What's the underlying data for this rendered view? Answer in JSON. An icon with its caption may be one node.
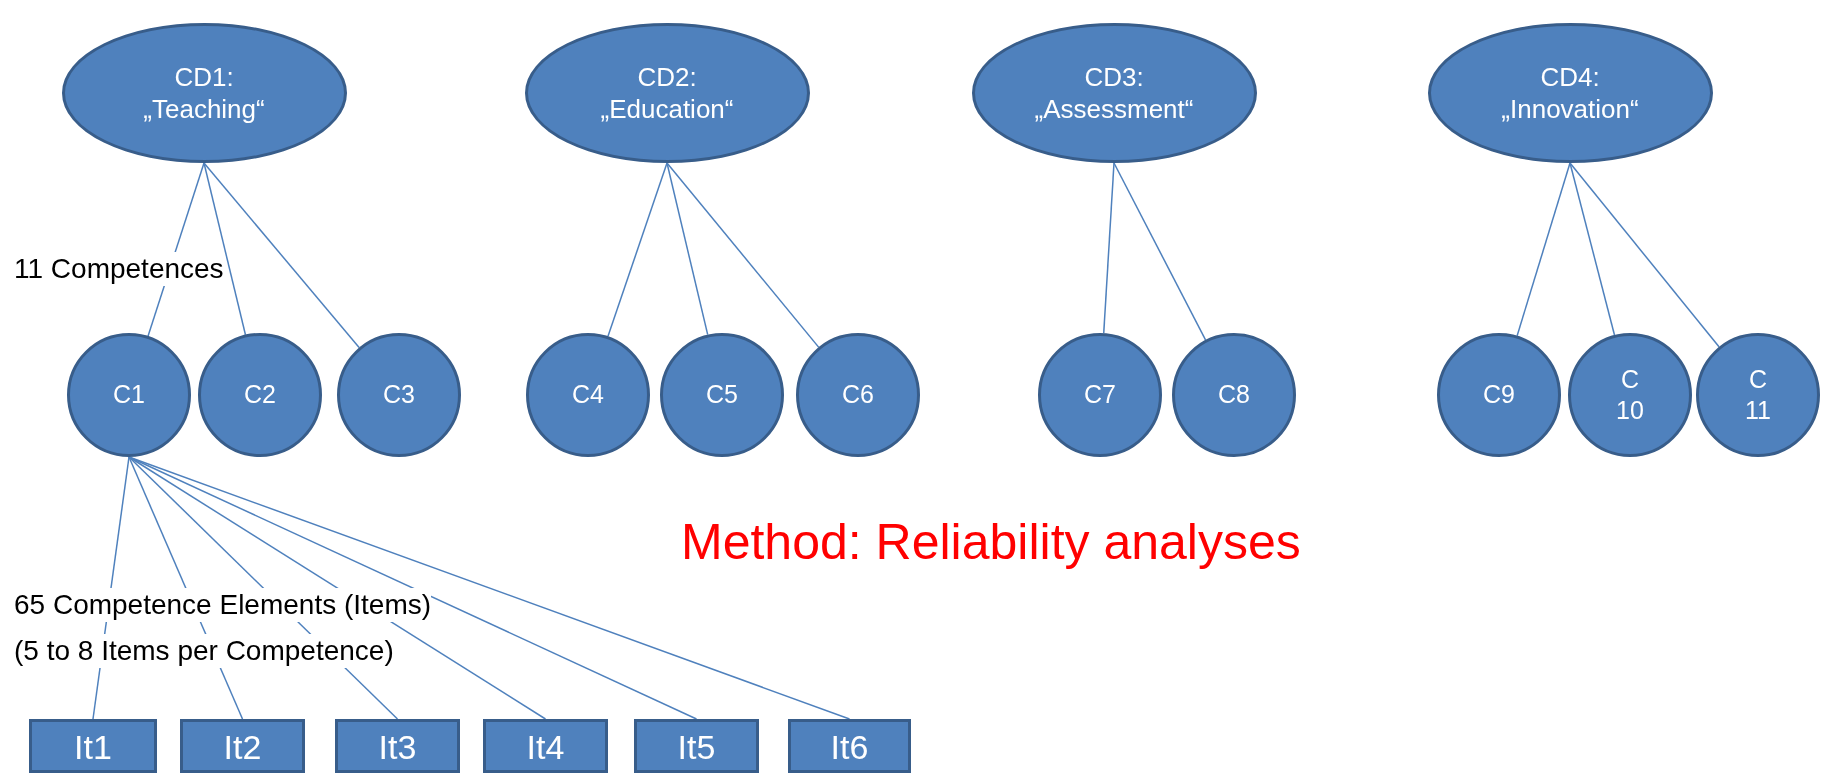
{
  "diagram": {
    "nodes": [
      {
        "text": [
          "CD1: „Teaching“"
        ]
      },
      {
        "text": [
          "CD2: „Education“"
        ]
      },
      {
        "text": [
          "CD3: „Assessment“"
        ]
      },
      {
        "text": [
          "CD4: „Innovation“"
        ]
      },
      {
        "text": [
          "C1"
        ]
      },
      {
        "text": [
          "C2"
        ]
      },
      {
        "text": [
          "C3"
        ]
      },
      {
        "text": [
          "C4"
        ]
      },
      {
        "text": [
          "C5"
        ]
      },
      {
        "text": [
          "C6"
        ]
      },
      {
        "text": [
          "C7"
        ]
      },
      {
        "text": [
          "C8"
        ]
      },
      {
        "text": [
          "C9"
        ]
      },
      {
        "text": [
          "C 10"
        ]
      },
      {
        "text": [
          "C 11"
        ]
      },
      {
        "text": [
          "It1"
        ]
      },
      {
        "text": [
          "It2"
        ]
      },
      {
        "text": [
          "It3"
        ]
      },
      {
        "text": [
          "It4"
        ]
      },
      {
        "text": [
          "It5"
        ]
      },
      {
        "text": [
          "It6"
        ]
      }
    ],
    "edges": [
      {
        "from": 0,
        "to": 4,
        "arrow": "none"
      },
      {
        "from": 0,
        "to": 5,
        "arrow": "none"
      },
      {
        "from": 0,
        "to": 6,
        "arrow": "none"
      },
      {
        "from": 1,
        "to": 7,
        "arrow": "none"
      },
      {
        "from": 1,
        "to": 8,
        "arrow": "none"
      },
      {
        "from": 1,
        "to": 9,
        "arrow": "none"
      },
      {
        "from": 2,
        "to": 10,
        "arrow": "none"
      },
      {
        "from": 2,
        "to": 11,
        "arrow": "none"
      },
      {
        "from": 3,
        "to": 12,
        "arrow": "none"
      },
      {
        "from": 3,
        "to": 13,
        "arrow": "none"
      },
      {
        "from": 3,
        "to": 14,
        "arrow": "none"
      },
      {
        "from": 4,
        "to": 15,
        "arrow": "none"
      },
      {
        "from": 4,
        "to": 16,
        "arrow": "none"
      },
      {
        "from": 4,
        "to": 17,
        "arrow": "none"
      },
      {
        "from": 4,
        "to": 18,
        "arrow": "none"
      },
      {
        "from": 4,
        "to": 19,
        "arrow": "none"
      },
      {
        "from": 4,
        "to": 20,
        "arrow": "none"
      }
    ],
    "labels": [
      "11 Competences",
      "Method: Reliability analyses",
      "65 Competence Elements (Items)",
      "(5 to 8 Items per Competence)"
    ]
  }
}
